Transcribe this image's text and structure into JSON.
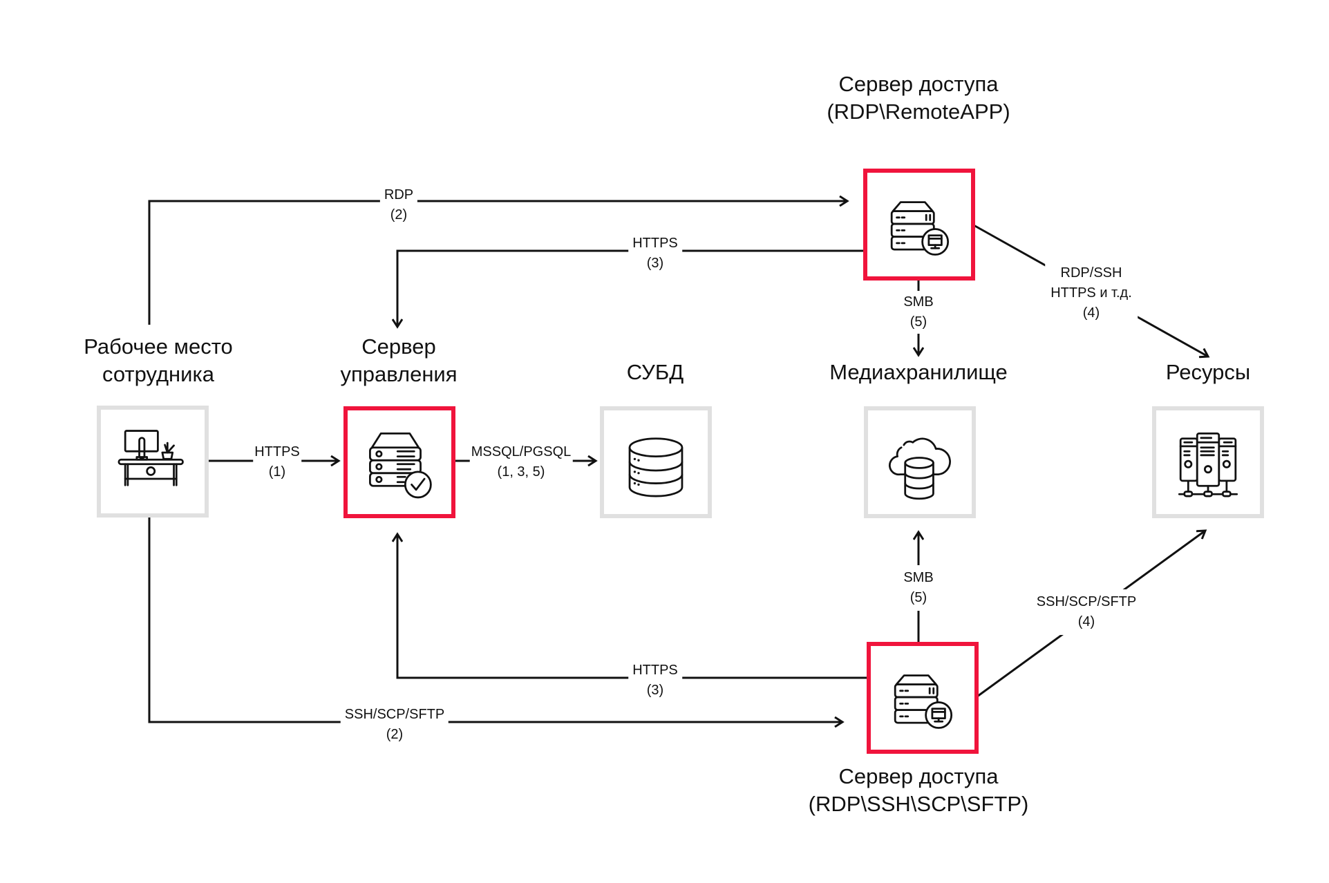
{
  "nodes": {
    "workstation": {
      "title_line1": "Рабочее место",
      "title_line2": "сотрудника",
      "icon": "desk-computer-icon",
      "highlighted": false
    },
    "management_server": {
      "title_line1": "Сервер",
      "title_line2": "управления",
      "icon": "server-check-icon",
      "highlighted": true
    },
    "dbms": {
      "title_line1": "СУБД",
      "icon": "database-icon",
      "highlighted": false
    },
    "media_storage": {
      "title_line1": "Медиахранилище",
      "icon": "cloud-database-icon",
      "highlighted": false
    },
    "resources": {
      "title_line1": "Ресурсы",
      "icon": "server-network-icon",
      "highlighted": false
    },
    "access_server_rdp": {
      "title_line1": "Сервер доступа",
      "title_line2": "(RDP\\RemoteAPP)",
      "icon": "server-monitor-icon",
      "highlighted": true
    },
    "access_server_ssh": {
      "title_line1": "Сервер доступа",
      "title_line2": "(RDP\\SSH\\SCP\\SFTP)",
      "icon": "server-monitor-icon",
      "highlighted": true
    }
  },
  "edges": {
    "rdp_2": {
      "from": "workstation",
      "to": "access_server_rdp",
      "line1": "RDP",
      "line2": "(2)"
    },
    "https_3_top": {
      "from": "access_server_rdp",
      "to": "management_server",
      "line1": "HTTPS",
      "line2": "(3)"
    },
    "https_1": {
      "from": "workstation",
      "to": "management_server",
      "line1": "HTTPS",
      "line2": "(1)"
    },
    "mssql": {
      "from": "management_server",
      "to": "dbms",
      "line1": "MSSQL/PGSQL",
      "line2": "(1, 3, 5)"
    },
    "smb_5_top": {
      "from": "access_server_rdp",
      "to": "media_storage",
      "line1": "SMB",
      "line2": "(5)"
    },
    "rdp_ssh_4": {
      "from": "access_server_rdp",
      "to": "resources",
      "line1": "RDP/SSH",
      "line2": "HTTPS и т.д.",
      "line3": "(4)"
    },
    "smb_5_bottom": {
      "from": "access_server_ssh",
      "to": "media_storage",
      "line1": "SMB",
      "line2": "(5)"
    },
    "ssh_4": {
      "from": "access_server_ssh",
      "to": "resources",
      "line1": "SSH/SCP/SFTP",
      "line2": "(4)"
    },
    "https_3_bottom": {
      "from": "access_server_ssh",
      "to": "management_server",
      "line1": "HTTPS",
      "line2": "(3)"
    },
    "ssh_2": {
      "from": "workstation",
      "to": "access_server_ssh",
      "line1": "SSH/SCP/SFTP",
      "line2": "(2)"
    }
  },
  "colors": {
    "highlight": "#f0143c",
    "box_border": "#e0e0e0",
    "line": "#111111"
  }
}
